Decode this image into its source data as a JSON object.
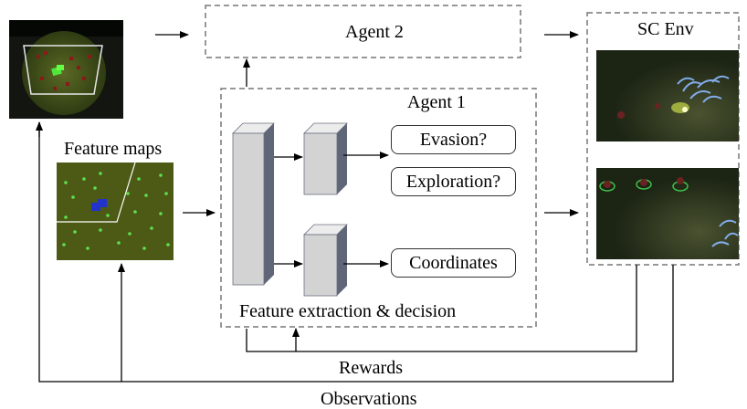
{
  "agent2_label": "Agent 2",
  "agent1_label": "Agent 1",
  "env_label": "SC Env",
  "feature_maps_label": "Feature maps",
  "outputs": {
    "evasion": "Evasion?",
    "exploration": "Exploration?",
    "coordinates": "Coordinates"
  },
  "extraction_label": "Feature extraction & decision",
  "rewards_label": "Rewards",
  "observations_label": "Observations",
  "colors": {
    "game_bg": "#2e3a1c",
    "feature_map_bg": "#4c5a16",
    "block_face": "#d3d3d3",
    "block_side": "#5e6678",
    "unit_green": "#52e43c",
    "unit_blue": "#2233cc",
    "border_dashed": "#777777"
  },
  "icons": [
    "minimap-thumbnail",
    "feature-map-thumbnail",
    "game-screenshot-top",
    "game-screenshot-bottom"
  ]
}
